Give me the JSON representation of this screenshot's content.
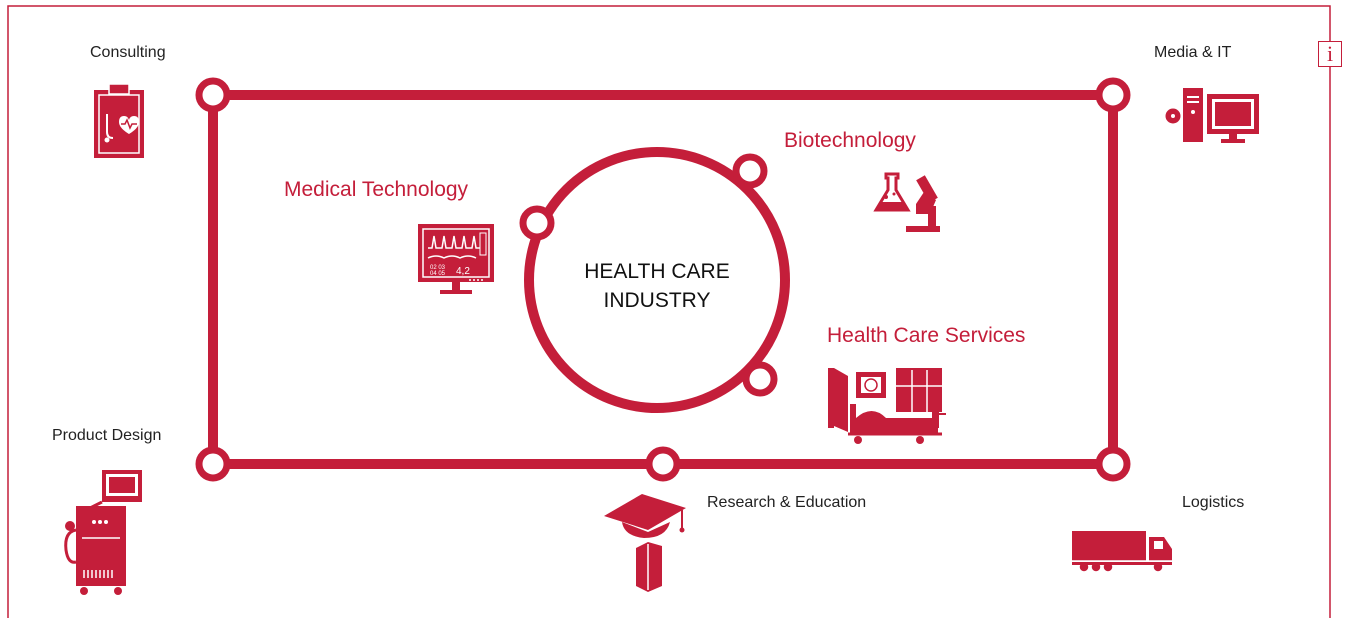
{
  "colors": {
    "accent": "#c41e3a",
    "text": "#222222",
    "background": "#ffffff"
  },
  "center": {
    "line1": "HEALTH CARE",
    "line2": "INDUSTRY"
  },
  "inner_sectors": [
    {
      "label": "Medical Technology",
      "icon": "patient-monitor-icon"
    },
    {
      "label": "Biotechnology",
      "icon": "flask-microscope-icon"
    },
    {
      "label": "Health Care Services",
      "icon": "hospital-room-icon"
    }
  ],
  "outer_sectors": [
    {
      "label": "Consulting",
      "icon": "clipboard-heart-icon"
    },
    {
      "label": "Media & IT",
      "icon": "computer-icon"
    },
    {
      "label": "Product Design",
      "icon": "medical-device-cart-icon"
    },
    {
      "label": "Research & Education",
      "icon": "graduation-cap-book-icon"
    },
    {
      "label": "Logistics",
      "icon": "truck-icon"
    }
  ],
  "info_button": {
    "label": "i",
    "icon": "info-icon"
  }
}
